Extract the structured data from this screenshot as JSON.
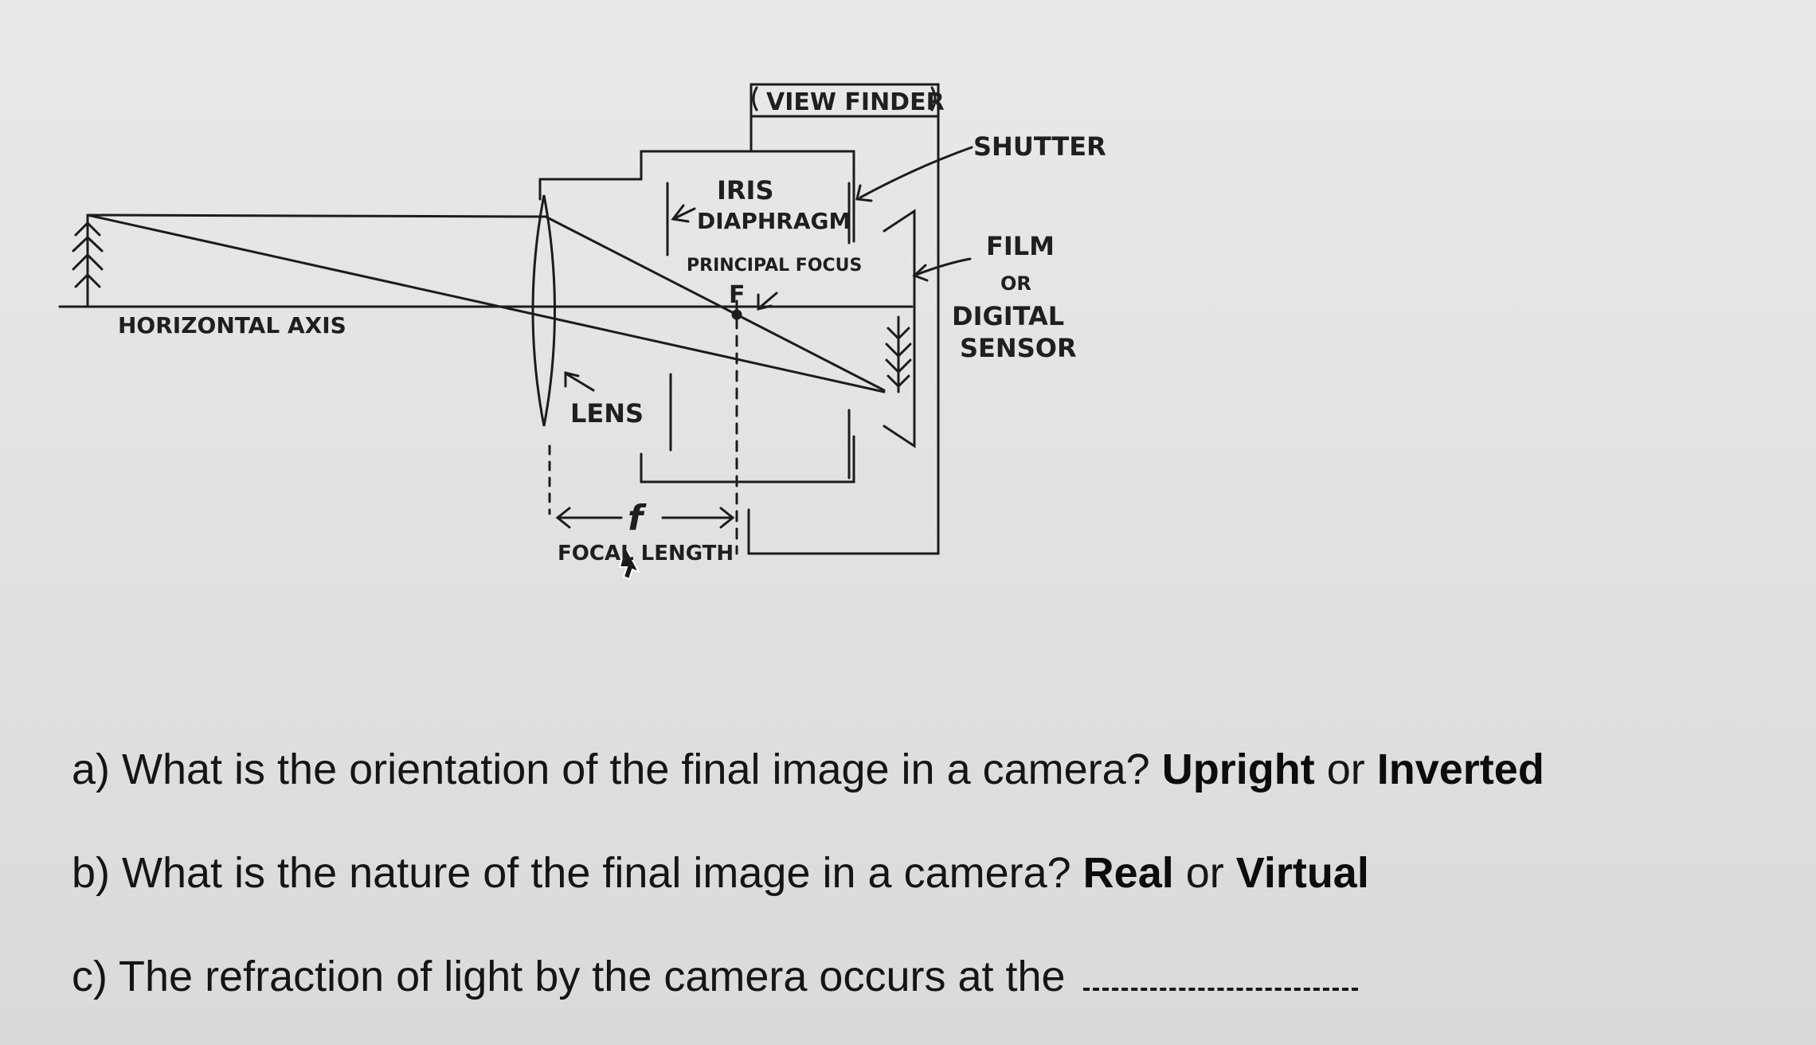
{
  "diagram": {
    "labels": {
      "view_finder": "VIEW FINDER",
      "shutter": "SHUTTER",
      "iris_line1": "IRIS",
      "iris_line2": "DIAPHRAGM",
      "principal_focus": "PRINCIPAL FOCUS",
      "focus_point": "F",
      "film_line1": "FILM",
      "film_line2": "OR",
      "film_line3": "DIGITAL",
      "film_line4": "SENSOR",
      "horizontal_axis": "HORIZONTAL AXIS",
      "lens": "LENS",
      "f_symbol": "f",
      "focal_length": "FOCAL LENGTH"
    }
  },
  "questions": {
    "a": {
      "prefix": "a) What is the orientation of the final image in a camera?",
      "option1": "Upright",
      "connector": "or",
      "option2": "Inverted"
    },
    "b": {
      "prefix": "b) What is the nature of the final image in a camera?",
      "option1": "Real",
      "connector": "or",
      "option2": "Virtual"
    },
    "c": {
      "prefix": "c) The refraction of light by the camera occurs at the"
    }
  }
}
